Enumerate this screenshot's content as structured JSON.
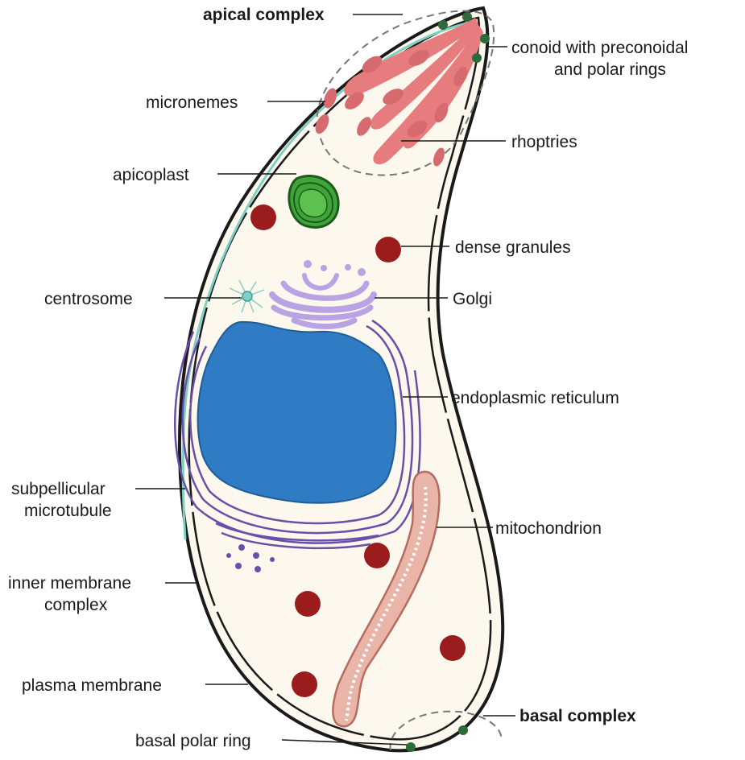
{
  "labels": {
    "apical_complex": "apical complex",
    "conoid_line1": "conoid with preconoidal",
    "conoid_line2": "and polar rings",
    "micronemes": "micronemes",
    "rhoptries": "rhoptries",
    "apicoplast": "apicoplast",
    "dense_granules": "dense granules",
    "centrosome": "centrosome",
    "golgi": "Golgi",
    "er": "endoplasmic reticulum",
    "subpellicular_line1": "subpellicular",
    "subpellicular_line2": "microtubule",
    "mitochondrion": "mitochondrion",
    "imc_line1": "inner membrane",
    "imc_line2": "complex",
    "plasma_membrane": "plasma membrane",
    "basal_complex": "basal complex",
    "basal_polar_ring": "basal polar ring"
  },
  "colors": {
    "cytoplasm": "#fdf8ee",
    "membrane": "#1a1a1a",
    "microtubule": "#7fcfc4",
    "microneme": "#d76a6f",
    "rhoptry": "#e67c7e",
    "apicoplast": "#3fa53a",
    "dense_granule": "#9b1c1c",
    "golgi": "#b9a3e3",
    "nucleus": "#2f7cc4",
    "er": "#6a4fa8",
    "mitochondrion": "#e9b5a9",
    "ring": "#2e6b3a"
  }
}
